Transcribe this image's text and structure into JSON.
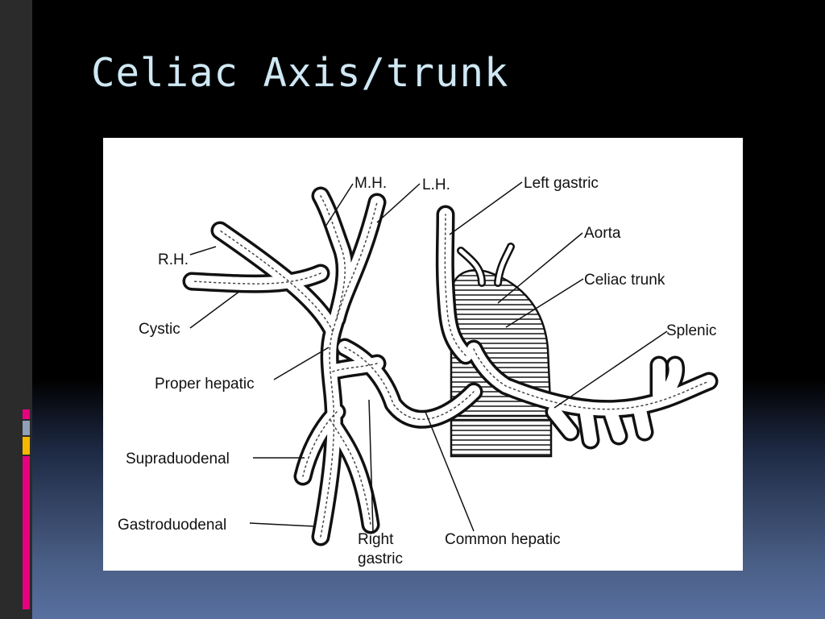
{
  "slide": {
    "title": "Celiac Axis/trunk",
    "background_top": "#000000",
    "background_bottom": "#5870a0",
    "accent_colors": [
      "#e6007e",
      "#8fa0b8",
      "#f5b800",
      "#e6007e"
    ]
  },
  "diagram": {
    "labels": {
      "mh": "M.H.",
      "lh": "L.H.",
      "rh": "R.H.",
      "left_gastric": "Left gastric",
      "aorta": "Aorta",
      "celiac_trunk": "Celiac trunk",
      "splenic": "Splenic",
      "cystic": "Cystic",
      "proper_hepatic": "Proper hepatic",
      "supraduodenal": "Supraduodenal",
      "gastroduodenal": "Gastroduodenal",
      "right_gastric_1": "Right",
      "right_gastric_2": "gastric",
      "common_hepatic": "Common hepatic"
    }
  }
}
